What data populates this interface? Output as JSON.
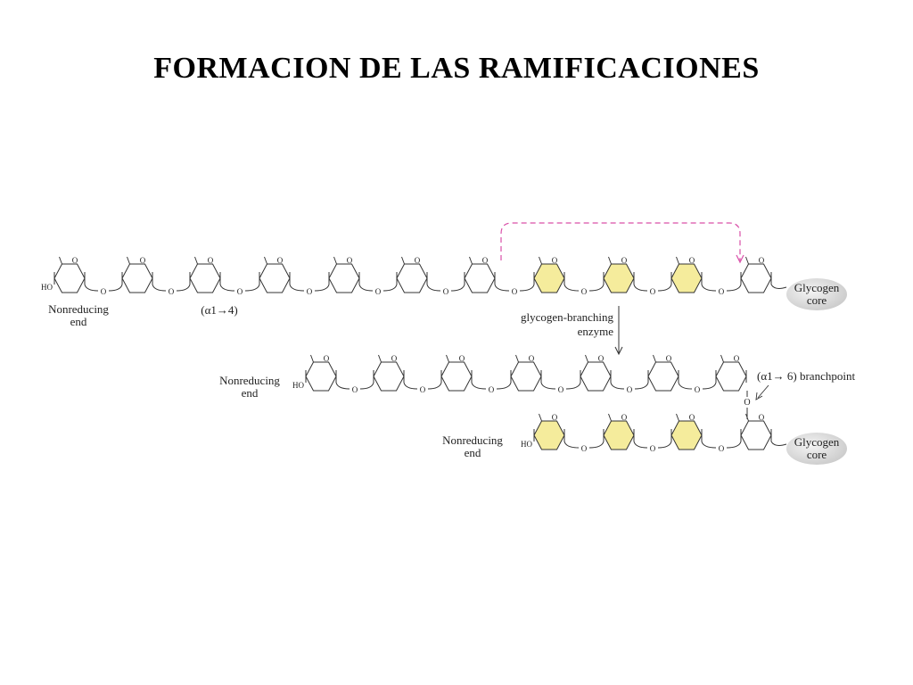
{
  "title": "FORMACION  DE  LAS  RAMIFICACIONES",
  "diagram": {
    "ring_oxygen": "O",
    "hydroxyl": "HO",
    "top_chain": {
      "nonreducing_end": [
        "Nonreducing",
        "end"
      ],
      "linkage_label": "(α1→4)",
      "core_label": [
        "Glycogen",
        "core"
      ]
    },
    "enzyme_label": [
      "glycogen-branching",
      "enzyme"
    ],
    "branch_chain": {
      "nonreducing_end": [
        "Nonreducing",
        "end"
      ],
      "branchpoint_label": "(α1→ 6) branchpoint"
    },
    "main_chain": {
      "nonreducing_end": [
        "Nonreducing",
        "end"
      ],
      "core_label": [
        "Glycogen",
        "core"
      ]
    },
    "colors": {
      "transferred_residue": "#f5ec9c",
      "arrow_pink": "#d94fa8",
      "enzyme_text": "#2e6e8e",
      "core_bubble": "#dcdcdc"
    }
  }
}
